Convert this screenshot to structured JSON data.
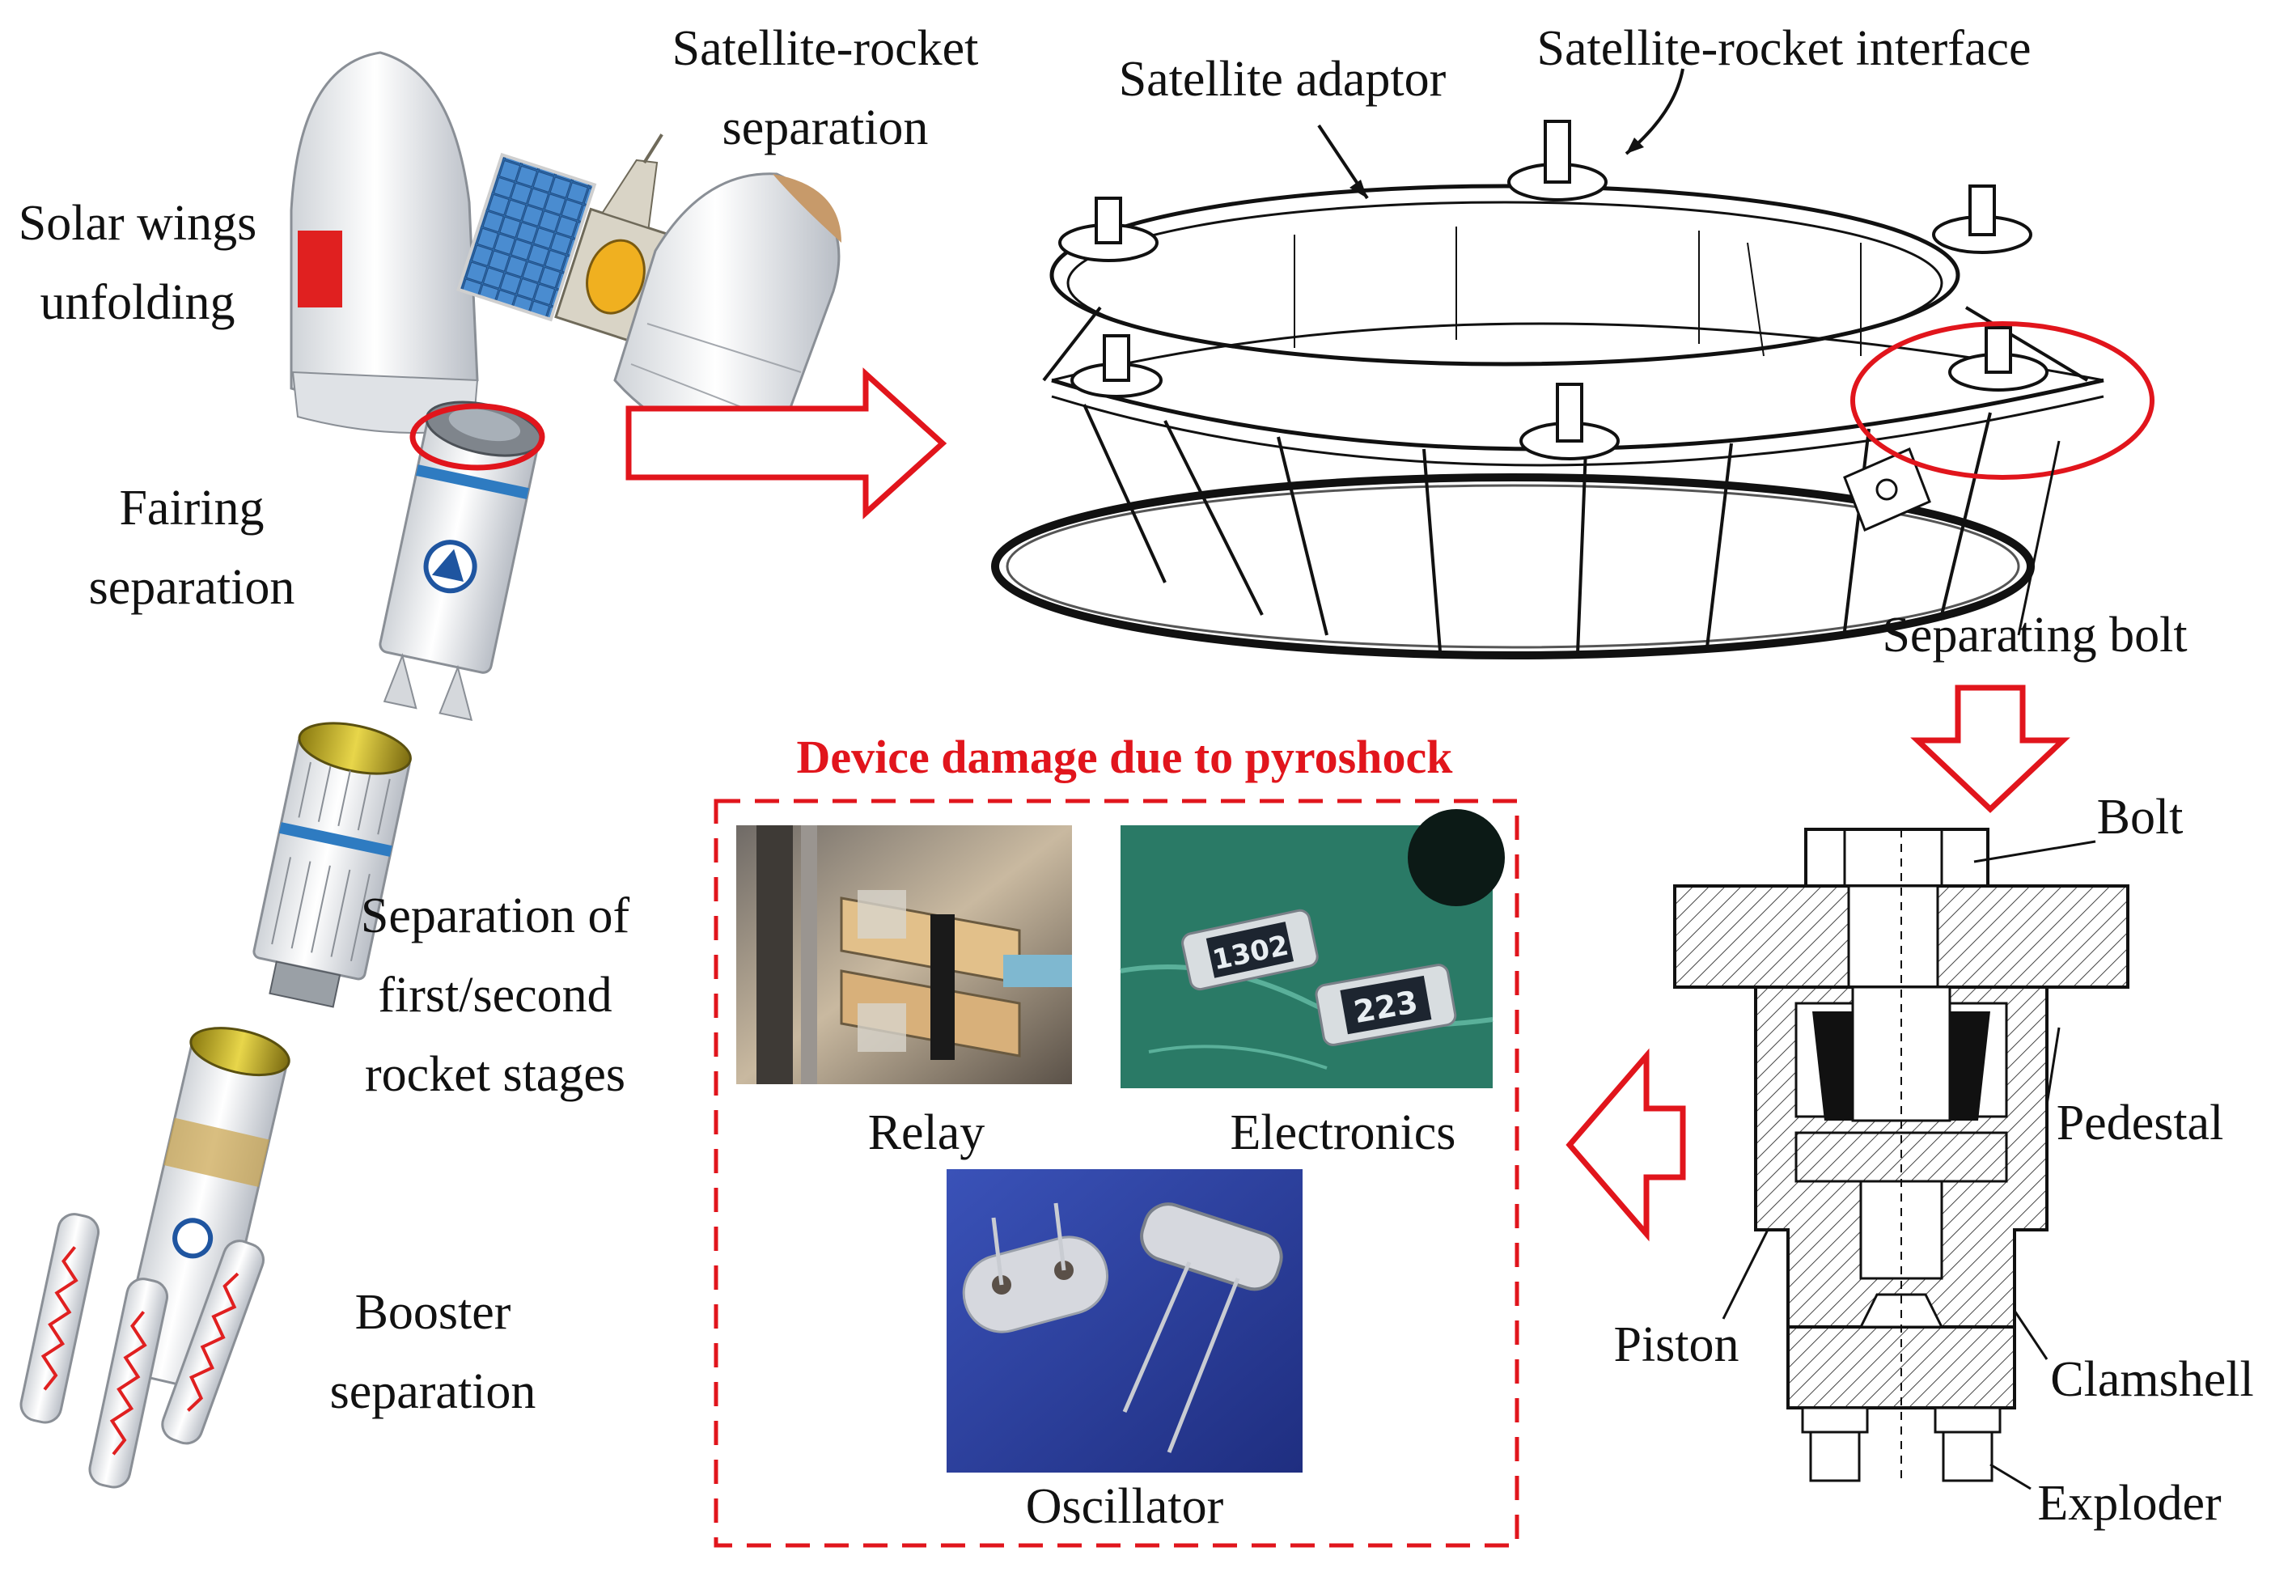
{
  "stages": {
    "satellite_rocket_separation": [
      "Satellite-rocket",
      "separation"
    ],
    "solar_wings_unfolding": [
      "Solar wings",
      "unfolding"
    ],
    "fairing_separation": [
      "Fairing",
      "separation"
    ],
    "stage_separation": [
      "Separation of",
      "first/second",
      "rocket stages"
    ],
    "booster_separation": [
      "Booster",
      "separation"
    ]
  },
  "adaptor": {
    "satellite_adaptor": "Satellite adaptor",
    "satellite_rocket_interface": "Satellite-rocket interface",
    "separating_bolt": "Separating bolt"
  },
  "bolt_parts": {
    "bolt": "Bolt",
    "pedestal": "Pedestal",
    "piston": "Piston",
    "clamshell": "Clamshell",
    "exploder": "Exploder"
  },
  "damage_panel": {
    "title": "Device damage due to pyroshock",
    "relay": "Relay",
    "electronics": "Electronics",
    "oscillator": "Oscillator",
    "resistor_1": "1302",
    "resistor_2": "223"
  },
  "colors": {
    "highlight_red": "#e1151c",
    "fairing_red": "#e02020",
    "pcb_green": "#2a7a66",
    "oscillator_blue": "#2b3fa0"
  }
}
